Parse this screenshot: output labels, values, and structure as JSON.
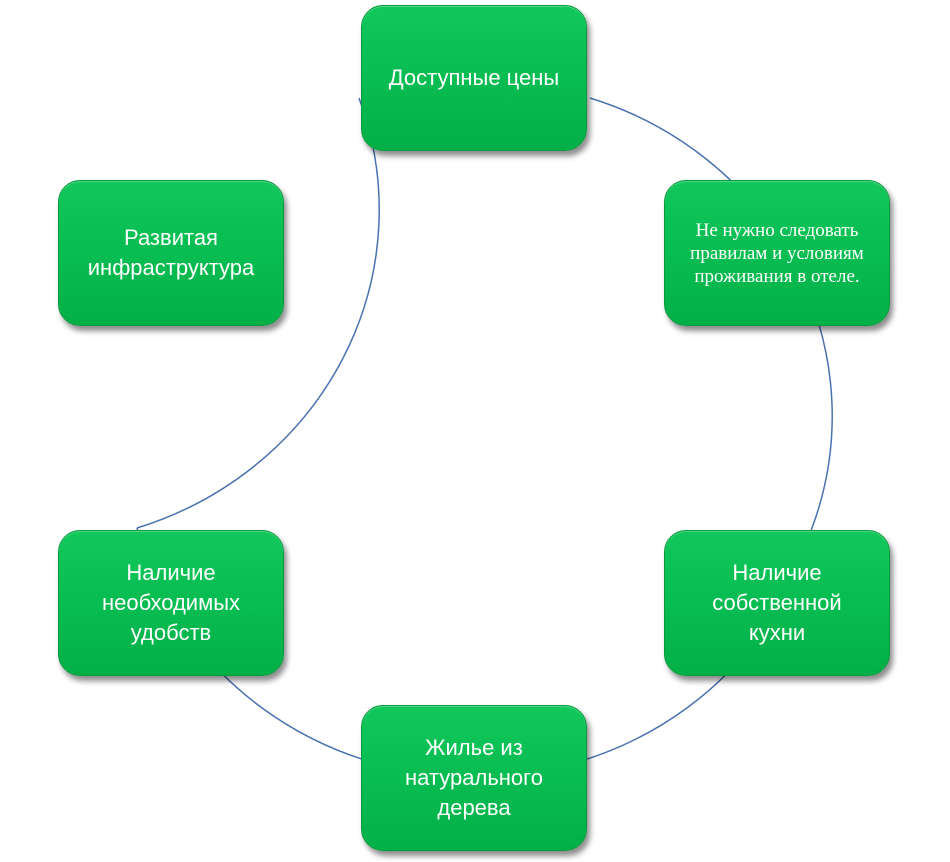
{
  "diagram": {
    "type": "cycle",
    "colors": {
      "node_fill": "#08be52",
      "node_text": "#ffffff",
      "connector": "#4a72b0"
    },
    "nodes": [
      {
        "id": "prices",
        "label": "Доступные  цены"
      },
      {
        "id": "rules",
        "label": "Не нужно следовать\nправилам и условиям\nпроживания в отеле."
      },
      {
        "id": "kitchen",
        "label": "Наличие\nсобственной\nкухни"
      },
      {
        "id": "wood",
        "label": "Жилье из\nнатурального\nдерева"
      },
      {
        "id": "amen",
        "label": "Наличие\nнеобходимых\nудобств"
      },
      {
        "id": "infra",
        "label": "Развитая\nинфраструктура"
      }
    ]
  }
}
